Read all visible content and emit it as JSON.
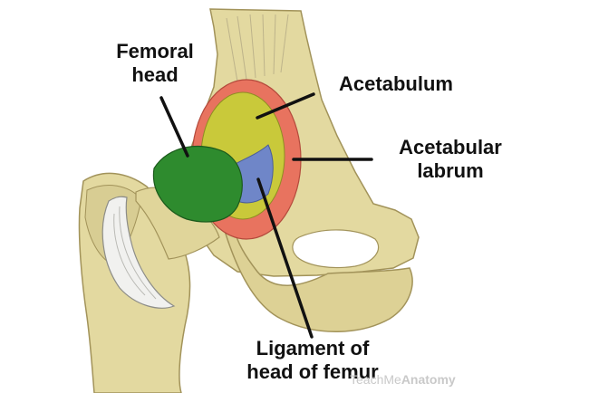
{
  "labels": {
    "femoral_head": [
      "Femoral",
      "head"
    ],
    "acetabulum": "Acetabulum",
    "acetabular_labrum": [
      "Acetabular",
      "labrum"
    ],
    "ligament": [
      "Ligament of",
      "head of femur"
    ]
  },
  "watermark": {
    "regular": "TeachMe",
    "bold": "Anatomy"
  },
  "colors": {
    "bone": "#e3d9a0",
    "bone_shadow": "#b8a96a",
    "femoral_head": "#2e8b2e",
    "acetabulum": "#c9c93a",
    "labrum": "#e8735f",
    "ligament": "#6f86c8",
    "leader_line": "#111111"
  }
}
